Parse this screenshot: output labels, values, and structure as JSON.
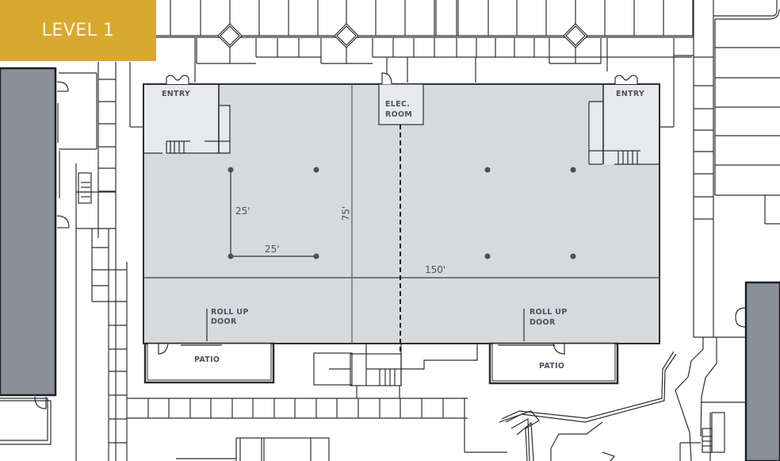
{
  "header": {
    "level_label": "LEVEL 1",
    "badge_color": "#d9a82e"
  },
  "rooms": {
    "entry_left": "ENTRY",
    "entry_right": "ENTRY",
    "elec_room_line1": "ELEC.",
    "elec_room_line2": "ROOM",
    "rollup_left_line1": "ROLL UP",
    "rollup_left_line2": "DOOR",
    "rollup_right_line1": "ROLL UP",
    "rollup_right_line2": "DOOR",
    "patio_left": "PATIO",
    "patio_right": "PATIO"
  },
  "dimensions": {
    "column_spacing_vertical": "25'",
    "column_spacing_horizontal": "25'",
    "building_depth": "75'",
    "building_width": "150'"
  },
  "colors": {
    "floor": "#d7dadd",
    "entry_floor": "#e8e9ec",
    "neighbor_building": "#8a9099",
    "wall": "#2b2e33",
    "text": "#4a5260"
  }
}
